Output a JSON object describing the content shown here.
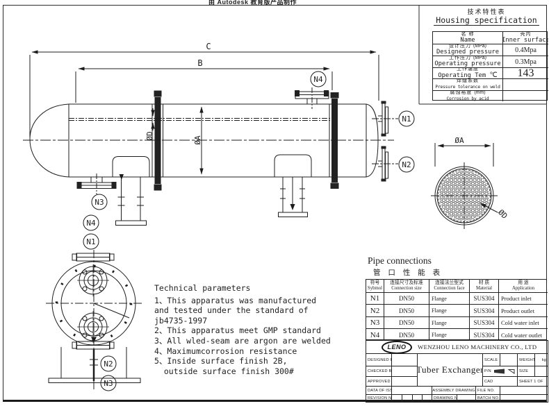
{
  "watermark_top": "由 Autodesk 教育版产品制作",
  "housing_spec": {
    "title_cn": "技术特性表",
    "title_en": "Housing specification",
    "name": {
      "cn": "名  称",
      "en": "Name"
    },
    "scope": {
      "cn": "壳内",
      "en": "Inner surface"
    },
    "rows": [
      {
        "cn": "设计压力",
        "unit": "(MPa)",
        "en": "Designed pressure",
        "value": "0.4Mpa"
      },
      {
        "cn": "工作压力",
        "unit": "(MPa)",
        "en": "Operating pressure",
        "value": "0.3Mpa"
      },
      {
        "cn": "工作温度",
        "unit": "℃",
        "en": "Operating Tem",
        "value": "143"
      },
      {
        "cn": "焊缝系数",
        "unit": "",
        "en": "Pressure tolerance on weld",
        "value": ""
      },
      {
        "cn": "腐蚀裕度",
        "unit": "(mm)",
        "en": "Corrosion by acid",
        "value": ""
      }
    ]
  },
  "pipe_connections": {
    "title_en": "Pipe connections",
    "title_cn": "管 口 性 能 表",
    "headers": [
      {
        "cn": "符号",
        "en": "Sybmol"
      },
      {
        "cn": "连接尺寸及标准",
        "en": "Connection size"
      },
      {
        "cn": "连接法兰型式",
        "en": "Connection face"
      },
      {
        "cn": "材 质",
        "en": "Material"
      },
      {
        "cn": "用  途",
        "en": "Application"
      }
    ],
    "rows": [
      [
        "N1",
        "DN50",
        "Flange",
        "SUS304",
        "Product inlet"
      ],
      [
        "N2",
        "DN50",
        "Flange",
        "SUS304",
        "Product outlet"
      ],
      [
        "N3",
        "DN50",
        "Flange",
        "SUS304",
        "Cold water inlet"
      ],
      [
        "N4",
        "DN50",
        "Flange",
        "SUS304",
        "Cold water outlet"
      ]
    ]
  },
  "technical_parameters": {
    "title": "Technical parameters",
    "lines": [
      "1、This apparatus was manufactured",
      "and tested under the standard of",
      "jb4735-1997",
      "2、This apparatus meet GMP standard",
      "3、All wled-seam are argon are welded",
      "4、Maximumcorrosion resistance",
      "5、Inside surface finish 2B,",
      "  outside surface finish 300#"
    ]
  },
  "labels": {
    "dim_c": "C",
    "dim_b": "B",
    "dia_a": "ØA",
    "dia_d": "ØD",
    "n1": "N1",
    "n2": "N2",
    "n3": "N3",
    "n4": "N4"
  },
  "title_block": {
    "logo": "LENO",
    "company": "WENZHOU LENO MACHINERY CO., LTD",
    "drawing_title": "Tuber Exchanger",
    "designed_by": "DESIGNED BY",
    "checked_by": "CHECKED BY",
    "approved_by": "APPROVED BY",
    "data_of_issue": "DATA OF ISSUE",
    "revision_no": "REVISION NO.",
    "scale": "SCALE",
    "weight": "WEIGHT",
    "kg": "kg",
    "pn": "P/N",
    "size": "SIZE",
    "cad": "CAD",
    "sheet": "SHEET 1 OF",
    "assembly_drawing": "ASSEMBLY DRAWING",
    "file_no": "FILE NO.",
    "drawing_no": "DRAWING NO.",
    "batch_no": "BATCH NO."
  }
}
